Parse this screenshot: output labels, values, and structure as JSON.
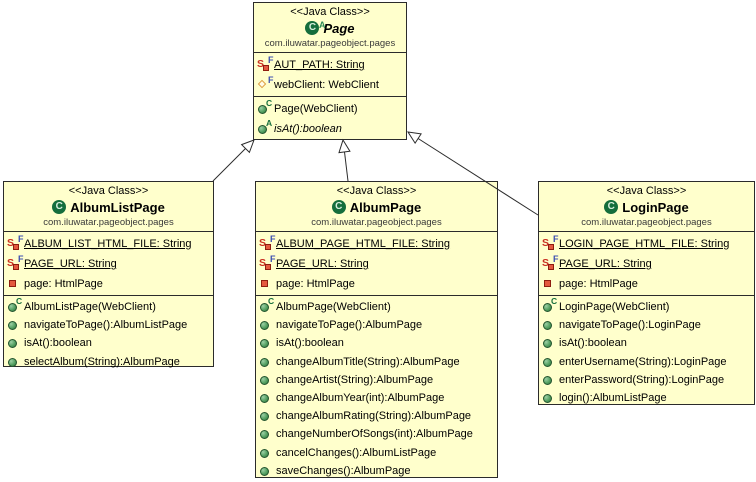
{
  "diagram": {
    "kind": "UML class diagram",
    "background": "#ffffff"
  },
  "icon_glyphs": {
    "class_letter": "C",
    "abstract_marker": "A",
    "constructor_marker": "C",
    "static_letter": "S",
    "final_letter": "F"
  },
  "colors": {
    "class_fill": "#ffffcc",
    "border": "#2b2b2b",
    "class_icon_green": "#156e3c",
    "method_green": "#4f9c5d",
    "private_red": "#c92f21",
    "final_blue": "#3c4fb0",
    "diamond_orange": "#dd9f3e"
  },
  "classes": [
    {
      "stereotype": "<<Java Class>>",
      "name": "Page",
      "abstract": true,
      "package": "com.iluwatar.pageobject.pages",
      "fields": [
        {
          "text": "AUT_PATH: String",
          "icon": "static-final-private-field-icon",
          "underline": true
        },
        {
          "text": "webClient: WebClient",
          "icon": "final-package-field-icon",
          "underline": false
        }
      ],
      "methods": [
        {
          "text": "Page(WebClient)",
          "icon": "constructor-icon"
        },
        {
          "text": "isAt():boolean",
          "icon": "abstract-method-icon",
          "italic": true
        }
      ]
    },
    {
      "stereotype": "<<Java Class>>",
      "name": "AlbumListPage",
      "abstract": false,
      "package": "com.iluwatar.pageobject.pages",
      "fields": [
        {
          "text": "ALBUM_LIST_HTML_FILE: String",
          "icon": "static-final-private-field-icon",
          "underline": true
        },
        {
          "text": "PAGE_URL: String",
          "icon": "static-final-private-field-icon",
          "underline": true
        },
        {
          "text": "page: HtmlPage",
          "icon": "private-field-icon",
          "underline": false
        }
      ],
      "methods": [
        {
          "text": "AlbumListPage(WebClient)",
          "icon": "constructor-icon"
        },
        {
          "text": "navigateToPage():AlbumListPage",
          "icon": "public-method-icon"
        },
        {
          "text": "isAt():boolean",
          "icon": "public-method-icon"
        },
        {
          "text": "selectAlbum(String):AlbumPage",
          "icon": "public-method-icon"
        }
      ]
    },
    {
      "stereotype": "<<Java Class>>",
      "name": "AlbumPage",
      "abstract": false,
      "package": "com.iluwatar.pageobject.pages",
      "fields": [
        {
          "text": "ALBUM_PAGE_HTML_FILE: String",
          "icon": "static-final-private-field-icon",
          "underline": true
        },
        {
          "text": "PAGE_URL: String",
          "icon": "static-final-private-field-icon",
          "underline": true
        },
        {
          "text": "page: HtmlPage",
          "icon": "private-field-icon",
          "underline": false
        }
      ],
      "methods": [
        {
          "text": "AlbumPage(WebClient)",
          "icon": "constructor-icon"
        },
        {
          "text": "navigateToPage():AlbumPage",
          "icon": "public-method-icon"
        },
        {
          "text": "isAt():boolean",
          "icon": "public-method-icon"
        },
        {
          "text": "changeAlbumTitle(String):AlbumPage",
          "icon": "public-method-icon"
        },
        {
          "text": "changeArtist(String):AlbumPage",
          "icon": "public-method-icon"
        },
        {
          "text": "changeAlbumYear(int):AlbumPage",
          "icon": "public-method-icon"
        },
        {
          "text": "changeAlbumRating(String):AlbumPage",
          "icon": "public-method-icon"
        },
        {
          "text": "changeNumberOfSongs(int):AlbumPage",
          "icon": "public-method-icon"
        },
        {
          "text": "cancelChanges():AlbumListPage",
          "icon": "public-method-icon"
        },
        {
          "text": "saveChanges():AlbumPage",
          "icon": "public-method-icon"
        }
      ]
    },
    {
      "stereotype": "<<Java Class>>",
      "name": "LoginPage",
      "abstract": false,
      "package": "com.iluwatar.pageobject.pages",
      "fields": [
        {
          "text": "LOGIN_PAGE_HTML_FILE: String",
          "icon": "static-final-private-field-icon",
          "underline": true
        },
        {
          "text": "PAGE_URL: String",
          "icon": "static-final-private-field-icon",
          "underline": true
        },
        {
          "text": "page: HtmlPage",
          "icon": "private-field-icon",
          "underline": false
        }
      ],
      "methods": [
        {
          "text": "LoginPage(WebClient)",
          "icon": "constructor-icon"
        },
        {
          "text": "navigateToPage():LoginPage",
          "icon": "public-method-icon"
        },
        {
          "text": "isAt():boolean",
          "icon": "public-method-icon"
        },
        {
          "text": "enterUsername(String):LoginPage",
          "icon": "public-method-icon"
        },
        {
          "text": "enterPassword(String):LoginPage",
          "icon": "public-method-icon"
        },
        {
          "text": "login():AlbumListPage",
          "icon": "public-method-icon"
        }
      ]
    }
  ],
  "relationships": [
    {
      "type": "generalization",
      "from": "AlbumListPage",
      "to": "Page"
    },
    {
      "type": "generalization",
      "from": "AlbumPage",
      "to": "Page"
    },
    {
      "type": "generalization",
      "from": "LoginPage",
      "to": "Page"
    }
  ]
}
